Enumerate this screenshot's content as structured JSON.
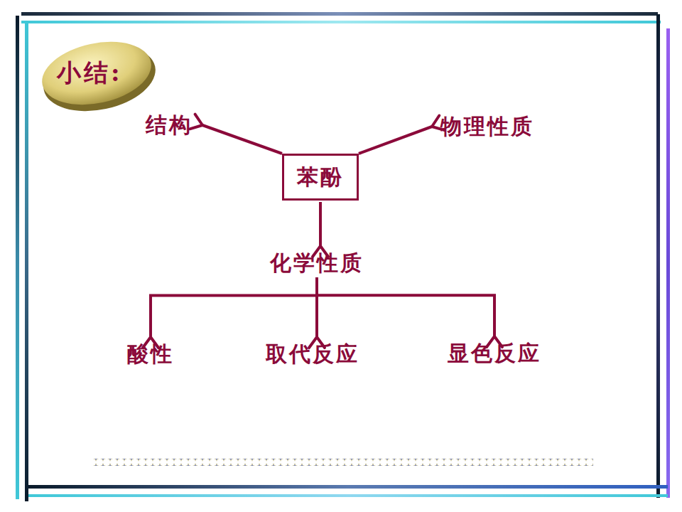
{
  "diagram": {
    "title": "小结:",
    "nodes": [
      {
        "text": [
          "结构"
        ]
      },
      {
        "text": [
          "物理性质"
        ]
      },
      {
        "text": [
          "苯酚"
        ]
      },
      {
        "text": [
          "化学性质"
        ]
      },
      {
        "text": [
          "酸性"
        ]
      },
      {
        "text": [
          "取代反应"
        ]
      },
      {
        "text": [
          "显色反应"
        ]
      }
    ],
    "edges": [
      {
        "from": 2,
        "to": 0,
        "arrow": "to"
      },
      {
        "from": 2,
        "to": 1,
        "arrow": "to"
      },
      {
        "from": 2,
        "to": 3,
        "arrow": "to"
      },
      {
        "from": 3,
        "to": 4,
        "arrow": "to"
      },
      {
        "from": 3,
        "to": 5,
        "arrow": "to"
      },
      {
        "from": 3,
        "to": 6,
        "arrow": "to"
      }
    ]
  }
}
